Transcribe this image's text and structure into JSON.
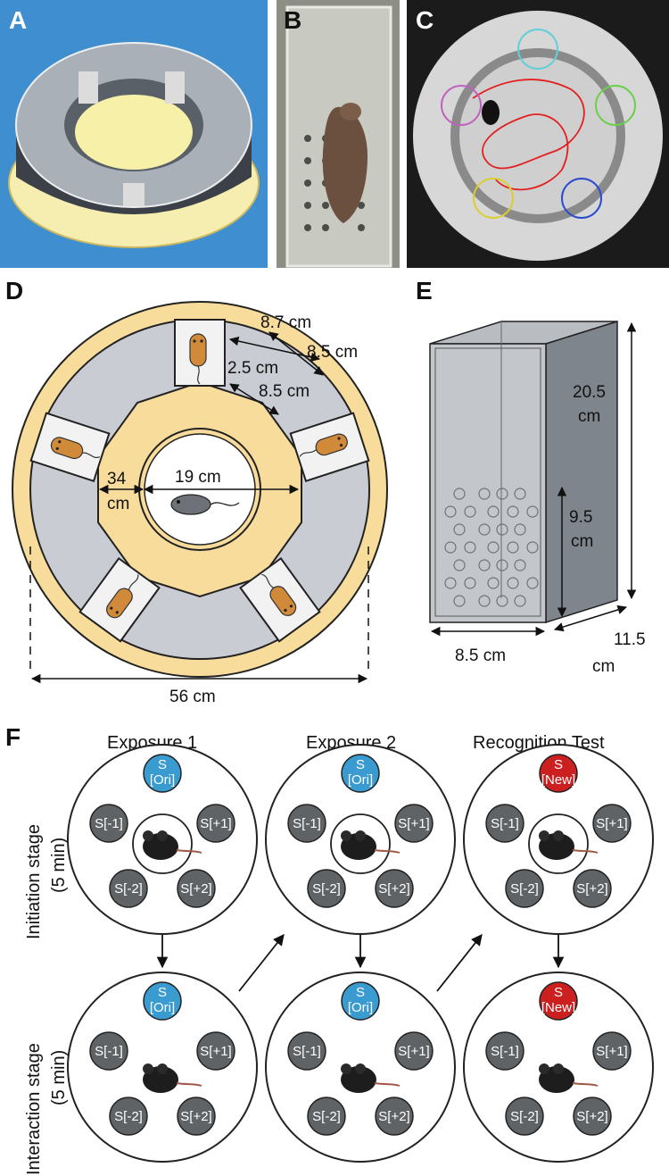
{
  "panels": {
    "a": "A",
    "b": "B",
    "c": "C",
    "d": "D",
    "e": "E",
    "f": "F"
  },
  "panel_d": {
    "dim_chamber_outer": "8.7 cm",
    "dim_chamber_side": "8.5 cm",
    "dim_gap": "2.5 cm",
    "dim_chamber_depth": "8.5 cm",
    "dim_inner_line1": "34",
    "dim_inner_line2": "cm",
    "dim_center": "19 cm",
    "dim_total": "56 cm"
  },
  "panel_e": {
    "height_line1": "20.5",
    "height_line2": "cm",
    "holes_line1": "9.5",
    "holes_line2": "cm",
    "width": "8.5 cm",
    "depth_line1": "11.5",
    "depth_line2": "cm"
  },
  "panel_f": {
    "columns": [
      "Exposure 1",
      "Exposure 2",
      "Recognition Test"
    ],
    "rows": [
      {
        "line1": "Initiation stage",
        "line2": "(5 min)"
      },
      {
        "line1": "Interaction stage",
        "line2": "(5 min)"
      }
    ],
    "stimulus_top": [
      {
        "line1": "S",
        "line2": "[Ori]"
      },
      {
        "line1": "S",
        "line2": "[Ori]"
      },
      {
        "line1": "S",
        "line2": "[New]"
      }
    ],
    "stimulus_others": [
      "S[-1]",
      "S[+1]",
      "S[-2]",
      "S[+2]"
    ],
    "colors": {
      "original": "#3a9bd0",
      "novel": "#cc1f1f",
      "familiar": "#5f6366"
    }
  }
}
